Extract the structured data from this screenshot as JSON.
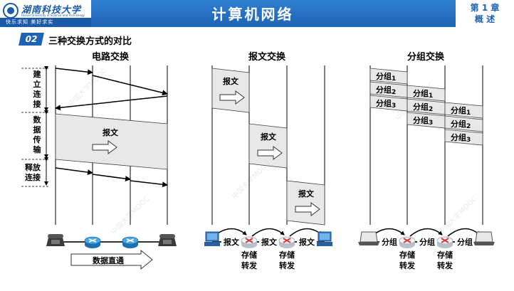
{
  "header": {
    "school_name": "湖南科技大学",
    "school_sub": "Hunan University of Science and Technology",
    "motto": "快乐求知  美好求实",
    "title": "计算机网络",
    "chapter_line1": "第 1 章",
    "chapter_line2": "概 述"
  },
  "section": {
    "number": "02",
    "title": "三种交换方式的对比"
  },
  "circuit": {
    "title": "电路交换",
    "phase_setup": "建立连接",
    "phase_transfer": "数据传输",
    "phase_release": "释放连接",
    "message": "报文",
    "direct": "数据直通"
  },
  "message_switching": {
    "title": "报文交换",
    "message": "报文",
    "store": "存储",
    "forward": "转发"
  },
  "packet_switching": {
    "title": "分组交换",
    "packet": "分组",
    "indices": [
      "1",
      "2",
      "3"
    ],
    "store": "存储",
    "forward": "转发"
  },
  "watermark": "中国大学MOOC",
  "colors": {
    "header_blue": "#1e63b5",
    "router_red": "#d43a3a",
    "shade": "#e8e8e8"
  }
}
